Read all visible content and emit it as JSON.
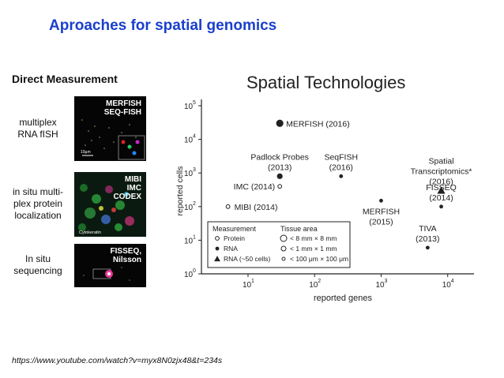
{
  "slide": {
    "title": "Aproaches for spatial genomics",
    "subheading": "Direct Measurement",
    "source_url": "https://www.youtube.com/watch?v=myx8N0zjx48&t=234s"
  },
  "methods": [
    {
      "label": "multiplex\nRNA fISH",
      "image_text": "MERFISH\nSEQ-FISH",
      "scale_text": "10µm"
    },
    {
      "label": "in situ multi-\nplex protein\nlocalization",
      "image_text": "MIBI\nIMC\nCODEX",
      "scale_text": "Cytokeratin"
    },
    {
      "label": "In situ\nsequencing",
      "image_text": "FISSEQ,\nNilsson",
      "scale_text": ""
    }
  ],
  "chart_data": {
    "type": "scatter",
    "title": "Spatial Technologies",
    "xlabel": "reported genes",
    "ylabel": "reported cells",
    "x_scale": "log",
    "y_scale": "log",
    "xlim_exp": [
      0.3,
      4.3
    ],
    "ylim_exp": [
      0,
      5
    ],
    "x_ticks": [
      "10",
      "10",
      "10",
      "10"
    ],
    "x_tick_exps": [
      "1",
      "2",
      "3",
      "4"
    ],
    "y_ticks": [
      "10",
      "10",
      "10",
      "10",
      "10",
      "10"
    ],
    "y_tick_exps": [
      "0",
      "1",
      "2",
      "3",
      "4",
      "5"
    ],
    "points": [
      {
        "label": "MERFISH (2016)",
        "x": 30,
        "y": 30000,
        "measurement": "RNA",
        "tissue_area": "large",
        "label_pos": "right"
      },
      {
        "label": "Padlock Probes\n(2013)",
        "x": 30,
        "y": 800,
        "measurement": "RNA",
        "tissue_area": "medium",
        "label_pos": "above"
      },
      {
        "label": "SeqFISH\n(2016)",
        "x": 250,
        "y": 800,
        "measurement": "RNA",
        "tissue_area": "small",
        "label_pos": "above"
      },
      {
        "label": "IMC (2014)",
        "x": 30,
        "y": 400,
        "measurement": "Protein",
        "tissue_area": "small",
        "label_pos": "left"
      },
      {
        "label": "MIBI (2014)",
        "x": 5,
        "y": 100,
        "measurement": "Protein",
        "tissue_area": "small",
        "label_pos": "right"
      },
      {
        "label": "Spatial\nTranscriptomics*\n(2016)",
        "x": 8000,
        "y": 300,
        "measurement": "RNA (~50 cells)",
        "tissue_area": "medium",
        "label_pos": "above"
      },
      {
        "label": "FISSEQ\n(2014)",
        "x": 8000,
        "y": 100,
        "measurement": "RNA",
        "tissue_area": "small",
        "label_pos": "above"
      },
      {
        "label": "MERFISH\n(2015)",
        "x": 1000,
        "y": 150,
        "measurement": "RNA",
        "tissue_area": "small",
        "label_pos": "below"
      },
      {
        "label": "TIVA\n(2013)",
        "x": 5000,
        "y": 6,
        "measurement": "RNA",
        "tissue_area": "small",
        "label_pos": "above"
      }
    ],
    "legend": {
      "placement": "bottom-left",
      "measurement_title": "Measurement",
      "measurement_items": [
        "Protein",
        "RNA",
        "RNA (~50 cells)"
      ],
      "tissue_title": "Tissue area",
      "tissue_items": [
        "< 8 mm × 8 mm",
        "< 1 mm × 1 mm",
        "< 100 μm × 100 μm"
      ]
    },
    "grid": false,
    "colors": {
      "marker": "#222222",
      "axis": "#222222",
      "legend_border": "#222222"
    }
  }
}
